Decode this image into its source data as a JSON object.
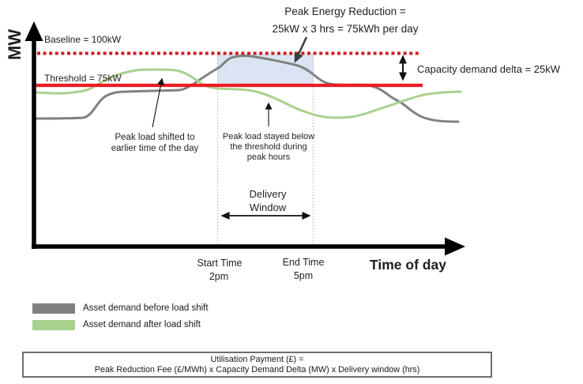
{
  "header": {
    "peak_energy_line1": "Peak Energy Reduction =",
    "peak_energy_line2": "25kW x 3 hrs = 75kWh per day"
  },
  "chart": {
    "y_axis_label": "MW",
    "x_axis_label": "Time of day",
    "baseline_label": "Baseline = 100kW",
    "threshold_label": "Threshold = 75kW",
    "capacity_delta_label": "Capacity demand delta = 25kW",
    "annotation_shift_line1": "Peak load shifted to",
    "annotation_shift_line2": "earlier time of the day",
    "annotation_stay_line1": "Peak load stayed below",
    "annotation_stay_line2": "the threshold during",
    "annotation_stay_line3": "peak hours",
    "delivery_line1": "Delivery",
    "delivery_line2": "Window",
    "start_time_label": "Start Time",
    "start_time_value": "2pm",
    "end_time_label": "End Time",
    "end_time_value": "5pm"
  },
  "legend": [
    {
      "label": "Asset demand before load shift",
      "color": "#808080"
    },
    {
      "label": "Asset demand after load shift",
      "color": "#a9d18e"
    }
  ],
  "formula_box": {
    "line1": "Utilisation Payment (£) =",
    "line2": "Peak Reduction Fee (£/MWh) x Capacity Demand Delta (MW) x Delivery window (hrs)"
  },
  "colors": {
    "baseline_dotted_red": "#cb2026",
    "threshold_solid_red": "#ee1c24",
    "before_curve_gray": "#808080",
    "after_curve_green": "#a9d18e",
    "delivery_window_fill": "#dbe4f2",
    "time_value_red": "#e8262b"
  }
}
